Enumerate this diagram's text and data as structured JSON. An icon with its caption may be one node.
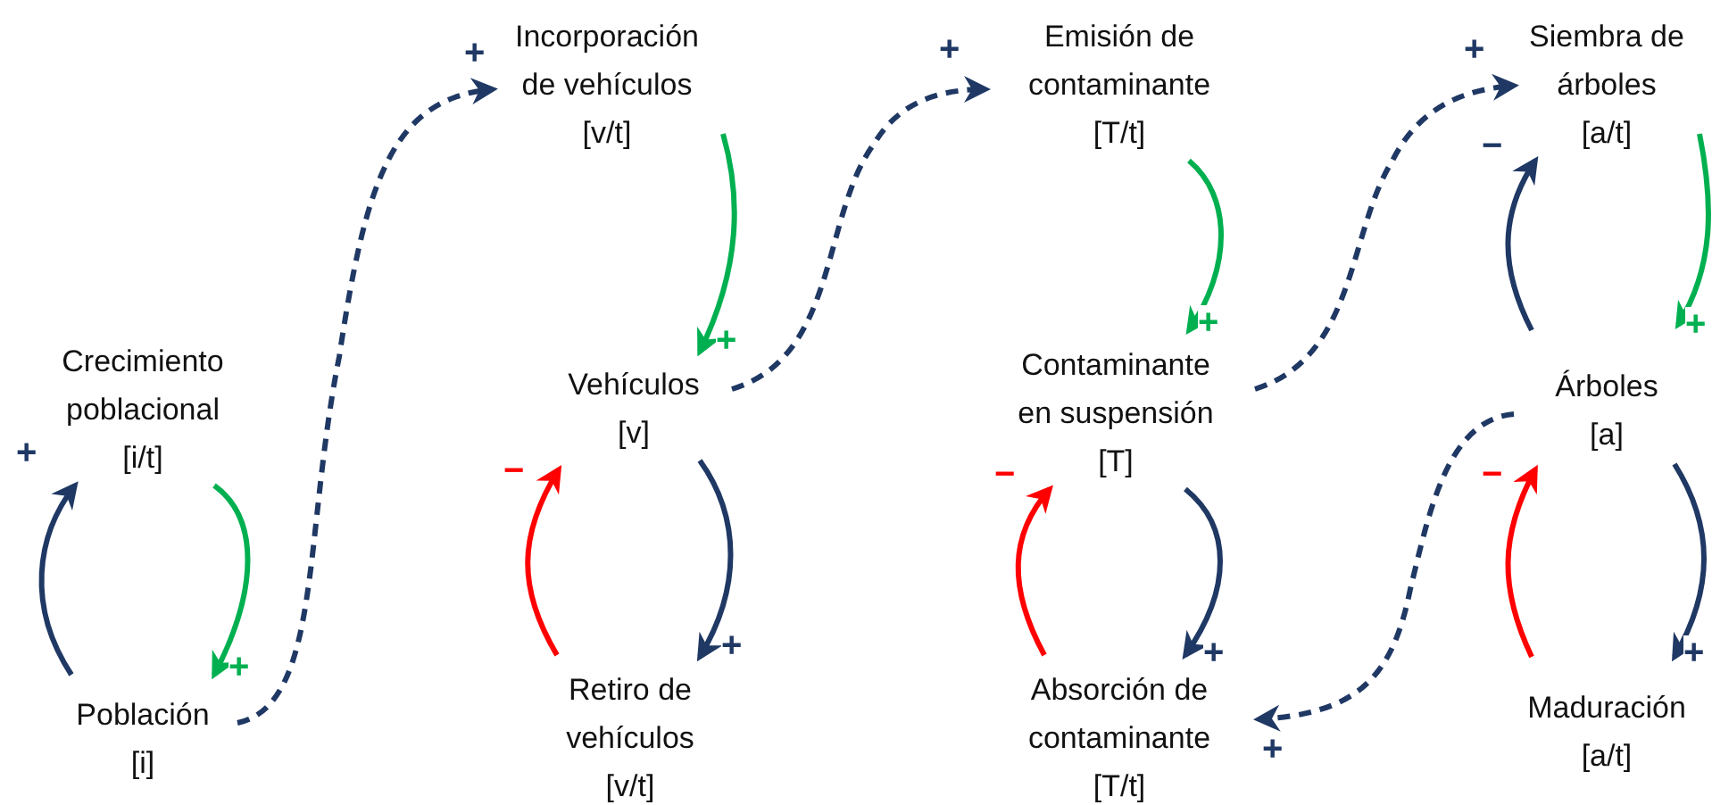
{
  "diagram": {
    "nodes": [
      {
        "text": [
          "Incorporación de vehículos",
          "[v/t]"
        ]
      },
      {
        "text": [
          "Emisión de contaminante",
          "[T/t]"
        ]
      },
      {
        "text": [
          "Siembra de árboles",
          "[a/t]"
        ]
      },
      {
        "text": [
          "Crecimiento poblacional",
          "[i/t]"
        ]
      },
      {
        "text": [
          "Vehículos",
          "[v]"
        ]
      },
      {
        "text": [
          "Contaminante en suspensión",
          "[T]"
        ]
      },
      {
        "text": [
          "Árboles",
          "[a]"
        ]
      },
      {
        "text": [
          "Población",
          "[i]"
        ]
      },
      {
        "text": [
          "Retiro de vehículos",
          "[v/t]"
        ]
      },
      {
        "text": [
          "Absorción de contaminante",
          "[T/t]"
        ]
      },
      {
        "text": [
          "Maduración",
          "[a/t]"
        ]
      }
    ],
    "edges": [
      {
        "from": 7,
        "to": 3,
        "arrow": "to",
        "label": "+"
      },
      {
        "from": 3,
        "to": 7,
        "arrow": "to",
        "label": "+",
        "color": "#00b050"
      },
      {
        "from": 7,
        "to": 0,
        "arrow": "to",
        "label": "+",
        "style": "dashed"
      },
      {
        "from": 0,
        "to": 4,
        "arrow": "to",
        "label": "+",
        "color": "#00b050"
      },
      {
        "from": 4,
        "to": 8,
        "arrow": "to",
        "label": "+"
      },
      {
        "from": 8,
        "to": 4,
        "arrow": "to",
        "label": "−",
        "color": "#ff0000"
      },
      {
        "from": 4,
        "to": 1,
        "arrow": "to",
        "label": "+",
        "style": "dashed"
      },
      {
        "from": 1,
        "to": 5,
        "arrow": "to",
        "label": "+",
        "color": "#00b050"
      },
      {
        "from": 5,
        "to": 9,
        "arrow": "to",
        "label": "+"
      },
      {
        "from": 9,
        "to": 5,
        "arrow": "to",
        "label": "−",
        "color": "#ff0000"
      },
      {
        "from": 5,
        "to": 2,
        "arrow": "to",
        "label": "+",
        "style": "dashed"
      },
      {
        "from": 2,
        "to": 6,
        "arrow": "to",
        "label": "+",
        "color": "#00b050"
      },
      {
        "from": 6,
        "to": 2,
        "arrow": "to",
        "label": "−"
      },
      {
        "from": 6,
        "to": 10,
        "arrow": "to",
        "label": "+"
      },
      {
        "from": 10,
        "to": 6,
        "arrow": "to",
        "label": "−",
        "color": "#ff0000"
      },
      {
        "from": 6,
        "to": 9,
        "arrow": "to",
        "label": "+",
        "style": "dashed"
      }
    ]
  }
}
